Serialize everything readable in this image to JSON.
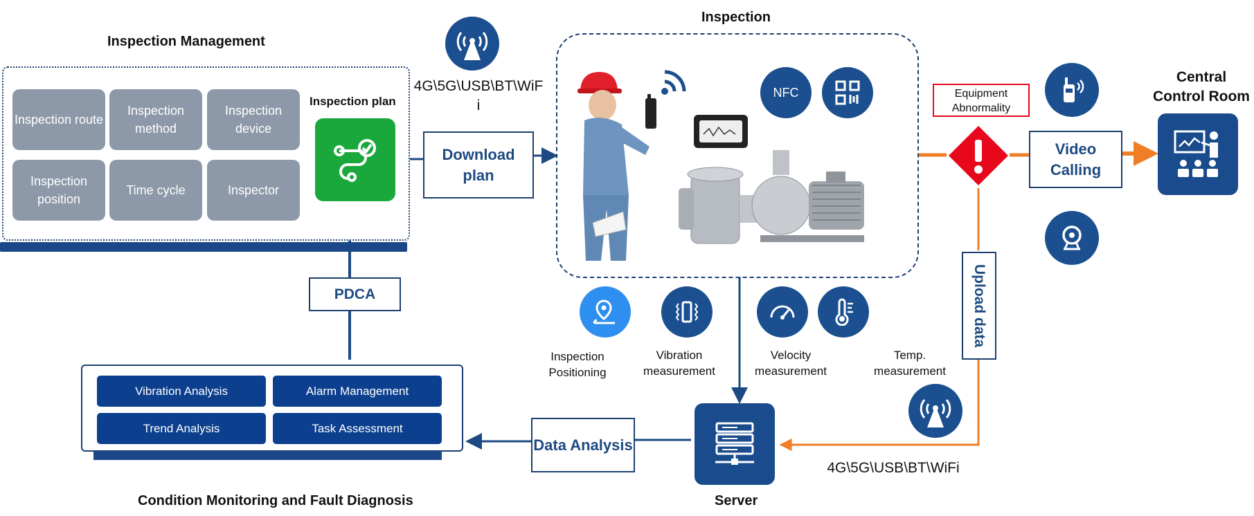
{
  "titles": {
    "inspection_management": "Inspection Management",
    "inspection": "Inspection",
    "central_control_room": "Central Control Room",
    "condition_monitoring": "Condition Monitoring and Fault Diagnosis",
    "server": "Server"
  },
  "management_tiles": [
    "Inspection route",
    "Inspection method",
    "Inspection device",
    "Inspection position",
    "Time cycle",
    "Inspector"
  ],
  "inspection_plan_label": "Inspection plan",
  "wireless_top_label": "4G\\5G\\USB\\BT\\WiFi",
  "wireless_bottom_label": "4G\\5G\\USB\\BT\\WiFi",
  "download_plan": "Download plan",
  "pdca": "PDCA",
  "data_analysis": "Data Analysis",
  "upload_data": "Upload data",
  "video_calling": "Video Calling",
  "equipment_abnormality": "Equipment Abnormality",
  "nfc": "NFC",
  "analysis_buttons": [
    "Vibration Analysis",
    "Alarm Management",
    "Trend Analysis",
    "Task Assessment"
  ],
  "measurements": {
    "positioning": "Inspection Positioning",
    "vibration": "Vibration measurement",
    "velocity": "Velocity measurement",
    "temp": "Temp. measurement"
  },
  "colors": {
    "navy": "#1c4f8f",
    "dark_navy": "#0c3f8e",
    "green": "#1aa83c",
    "orange": "#f07e26",
    "alarm_red": "#e8081c",
    "light_blue": "#2f8ff0",
    "tile_gray": "#8d99a8"
  },
  "icons": {
    "antenna": "antenna-icon",
    "route_check": "route-check-icon",
    "nfc": "nfc-icon",
    "qr": "qr-code-icon",
    "location": "location-pin-icon",
    "vibration": "vibration-icon",
    "gauge": "gauge-icon",
    "thermometer": "thermometer-icon",
    "walkie_talkie": "walkie-talkie-icon",
    "webcam": "webcam-icon",
    "warning": "warning-diamond-icon",
    "server": "server-icon",
    "presentation": "presentation-icon"
  }
}
